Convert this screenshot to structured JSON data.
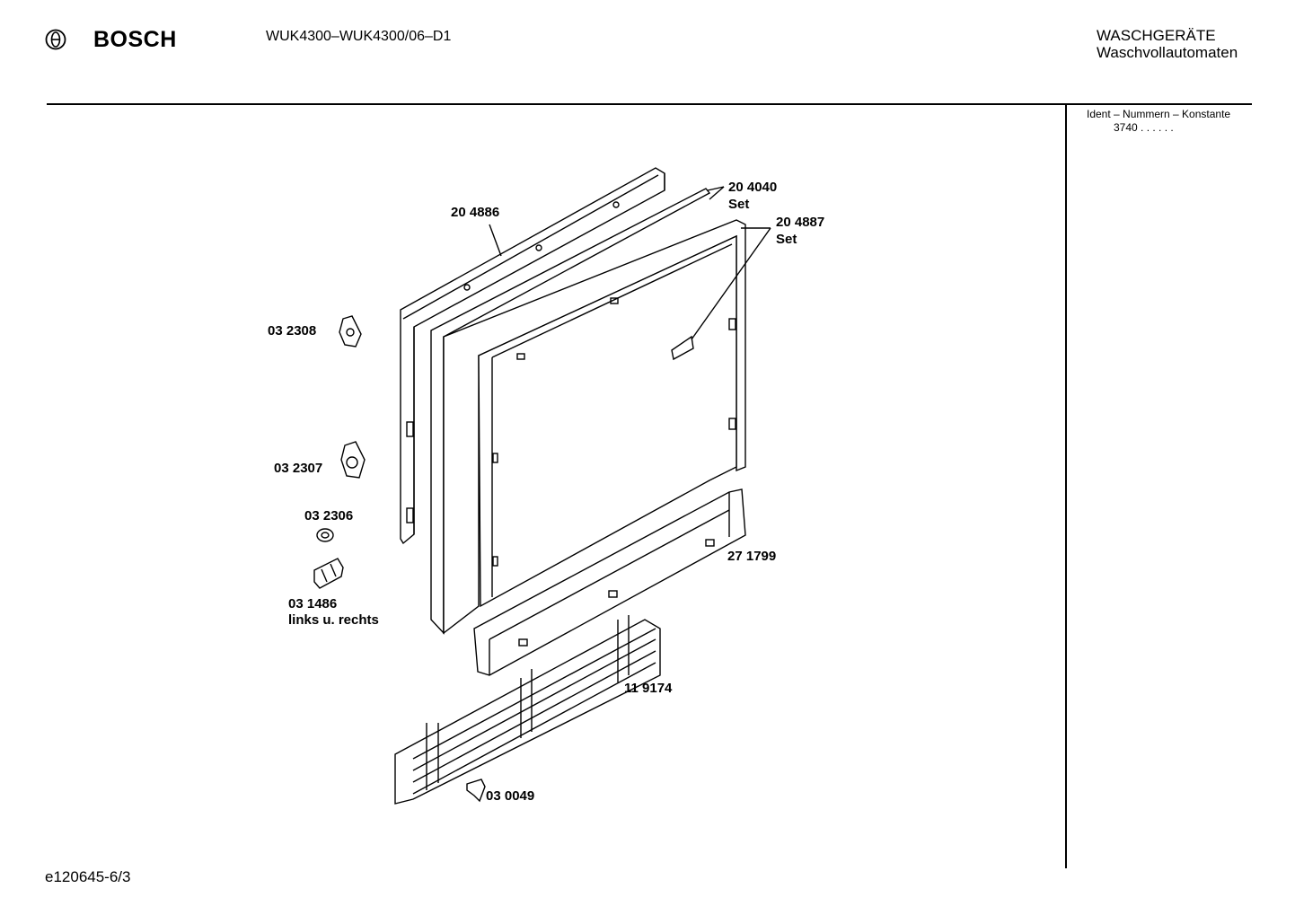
{
  "header": {
    "brand": "BOSCH",
    "model": "WUK4300–WUK4300/06–D1",
    "category_line1": "WASCHGERÄTE",
    "category_line2": "Waschvollautomaten"
  },
  "ident": {
    "heading": "Ident – Nummern – Konstante",
    "value": "3740  .  .   .  .  .  ."
  },
  "footer": {
    "doc_id": "e120645-6/3"
  },
  "parts": {
    "p204886": "20 4886",
    "p204040": "20 4040",
    "p204040_note": "Set",
    "p204887": "20 4887",
    "p204887_note": "Set",
    "p032308": "03 2308",
    "p032307": "03 2307",
    "p032306": "03 2306",
    "p031486": "03 1486",
    "p031486_note": "links u. rechts",
    "p271799": "27 1799",
    "p119174": "11 9174",
    "p030049": "03 0049"
  },
  "icons": {
    "logo": "bosch-armature-icon"
  }
}
